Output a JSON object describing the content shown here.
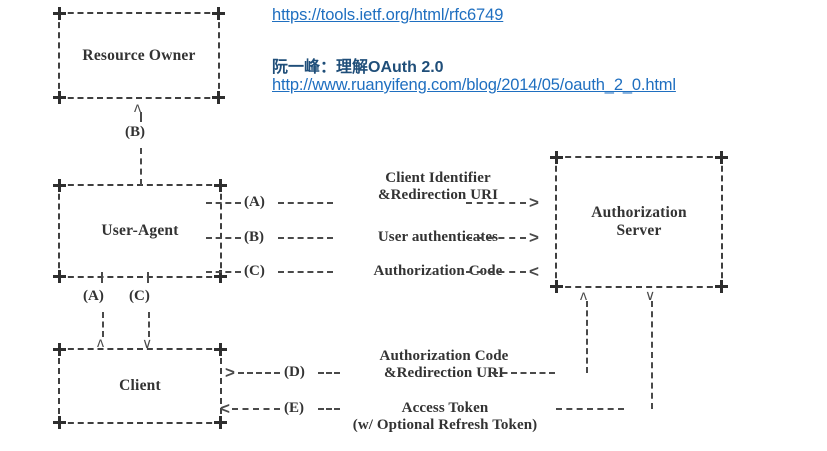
{
  "header": {
    "rfc_link": "https://tools.ietf.org/html/rfc6749",
    "cn_title": "阮一峰：理解OAuth 2.0",
    "blog_link": "http://www.ruanyifeng.com/blog/2014/05/oauth_2_0.html",
    "link_color": "#1F6FC0",
    "title_color": "#1F4E79"
  },
  "diagram": {
    "title": "OAuth 2.0 Authorization Code Flow",
    "boxes": {
      "resource_owner": "Resource Owner",
      "user_agent": "User-Agent",
      "client": "Client",
      "auth_server_line1": "Authorization",
      "auth_server_line2": "Server"
    },
    "steps": [
      {
        "tag": "(A)",
        "text_line1": "Client Identifier",
        "text_line2": "&Redirection URI",
        "direction": ">",
        "from": "user-agent",
        "to": "authorization-server"
      },
      {
        "tag": "(B)",
        "text_line1": "User authenticates",
        "text_line2": "",
        "direction": ">",
        "from": "user-agent",
        "to": "authorization-server"
      },
      {
        "tag": "(C)",
        "text_line1": "Authorization Code",
        "text_line2": "",
        "direction": "<",
        "from": "authorization-server",
        "to": "user-agent"
      },
      {
        "tag": "(D)",
        "text_line1": "Authorization Code",
        "text_line2": "&Redirection URI",
        "direction": ">",
        "from": "client",
        "to": "authorization-server"
      },
      {
        "tag": "(E)",
        "text_line1": "Access Token",
        "text_line2": "(w/ Optional Refresh Token)",
        "direction": "<",
        "from": "authorization-server",
        "to": "client"
      }
    ],
    "vertical_tags": {
      "b_owner": "(B)",
      "a_client": "(A)",
      "c_client": "(C)"
    },
    "arrow_glyphs": {
      "up": "ʌ",
      "down": "∨",
      "right": ">",
      "left": "<"
    }
  }
}
